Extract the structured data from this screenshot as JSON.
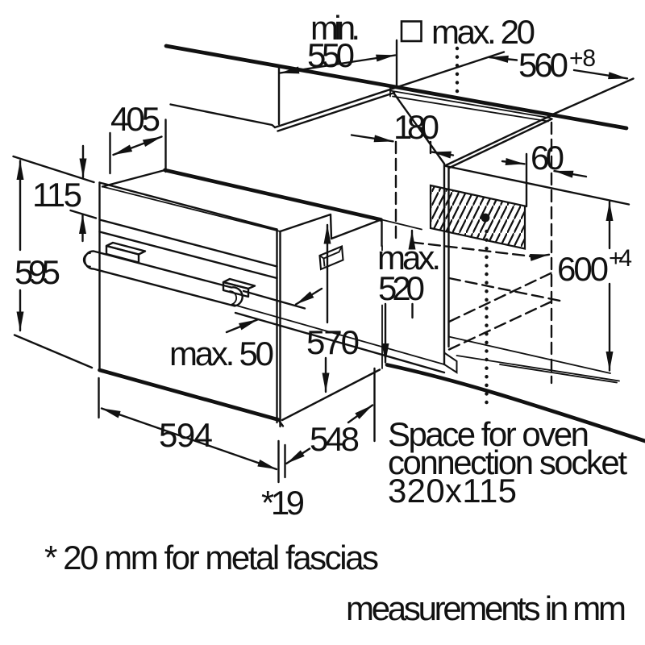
{
  "colors": {
    "ink": "#111111",
    "background": "#ffffff"
  },
  "dimensions": {
    "counter_depth_prefix": "min.",
    "counter_depth_value": "550",
    "lip_thickness": "max. 20",
    "niche_width_value": "560",
    "niche_width_tolerance": "+8",
    "top_setback": "405",
    "socket_left_offset": "180",
    "socket_right_offset": "60",
    "panel_height": "115",
    "oven_height": "595",
    "max_depth_prefix": "max.",
    "max_depth_value": "520",
    "niche_height_value": "600",
    "niche_height_tolerance": "+4",
    "body_height": "570",
    "handle_protrusion": "max. 50",
    "oven_width": "594",
    "body_depth": "548",
    "fascia_gap": "*19"
  },
  "annotations": {
    "socket_note_line1": "Space for oven",
    "socket_note_line2": "connection socket",
    "socket_note_line3": "320x115",
    "footnote": "* 20 mm for metal fascias",
    "units_note": "measurements in mm"
  }
}
